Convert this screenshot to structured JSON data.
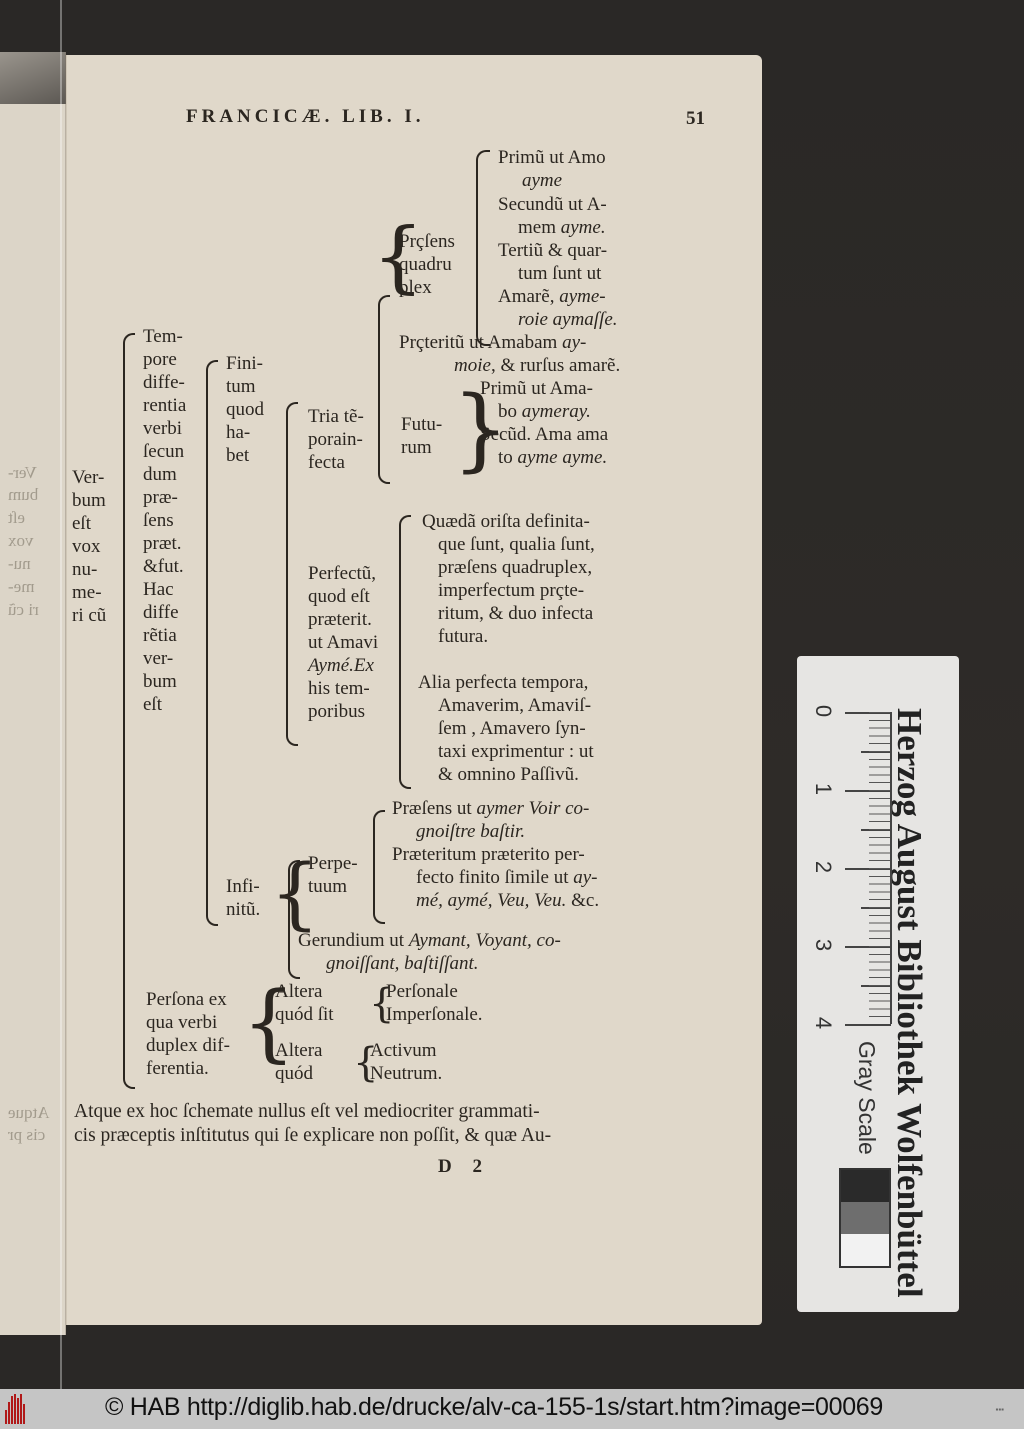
{
  "page": {
    "running_head": "FRANCICÆ. LIB. I.",
    "folio": "51",
    "signature": "D 2",
    "tree": {
      "root": [
        "Ver-",
        "bum",
        "eſt",
        "vox",
        "nu-",
        "me-",
        "ri cũ"
      ],
      "tempore": [
        "Tem-",
        "pore",
        "diffe-",
        "rentia",
        "verbi",
        "ſecun",
        "dum",
        "præ-",
        "ſens",
        "præt.",
        "&fut.",
        "Hac",
        "diffe",
        "rẽtia",
        "ver-",
        "bum",
        "eſt"
      ],
      "finitum": [
        "Fini-",
        "tum",
        "quod",
        "ha-",
        "bet"
      ],
      "tria_tempora": [
        "Tria tẽ-",
        "porain-",
        "fecta"
      ],
      "praesens_quadruplex": [
        "Prçſens",
        "quadru",
        "plex"
      ],
      "praesens_items": [
        {
          "text": "Primũ ut Amo",
          "italic": ""
        },
        {
          "text": "",
          "italic": "ayme"
        },
        {
          "text": "Secundũ ut A-",
          "italic": ""
        },
        {
          "text": "mem ",
          "italic": "ayme."
        },
        {
          "text": "Tertiũ & quar-",
          "italic": ""
        },
        {
          "text": "tum ſunt ut",
          "italic": ""
        },
        {
          "text": "Amarẽ, ",
          "italic": "ayme-"
        },
        {
          "text": "",
          "italic": "roie aymaſſe."
        }
      ],
      "preteritum": [
        {
          "text": "Prçteritũ ut Amabam ",
          "italic": "ay-"
        },
        {
          "text": "",
          "italic": "moie",
          "tail": ", & rurſus amarẽ."
        }
      ],
      "futurum_label": [
        "Futu-",
        "rum"
      ],
      "futurum_items": [
        {
          "text": "Primũ ut Ama-",
          "italic": ""
        },
        {
          "text": "bo ",
          "italic": "aymeray."
        },
        {
          "text": "Secũd. Ama ama",
          "italic": ""
        },
        {
          "text": "to ",
          "italic": "ayme ayme."
        }
      ],
      "perfectum": [
        "Perfectũ,",
        "quod eſt",
        "præterit.",
        "ut Amavi",
        "Aymé.Ex",
        "his tem-",
        "poribus"
      ],
      "perfectum_items": [
        "Quædã oriſta definita-",
        "que ſunt, qualia ſunt,",
        "præſens quadruplex,",
        "imperfectum prçte-",
        "ritum, & duo infecta",
        "futura.",
        "Alia perfecta tempora,",
        "Amaverim, Amaviſ-",
        "ſem , Amavero ſyn-",
        "taxi exprimentur : ut",
        "& omnino Paſſivũ."
      ],
      "infinitum": [
        "Infi-",
        "nitũ."
      ],
      "perpetuum": [
        "Perpe-",
        "tuum"
      ],
      "perpetuum_items": [
        {
          "text": "Præſens ut ",
          "italic": "aymer Voir co-"
        },
        {
          "text": "",
          "italic": "gnoiſtre baſtir."
        },
        {
          "text": "Præteritum præterito per-",
          "italic": ""
        },
        {
          "text": "fecto finito ſimile ut ",
          "italic": "ay-"
        },
        {
          "text": "",
          "italic": "mé, aymé, Veu, Veu.",
          "tail": " &c."
        }
      ],
      "gerundium": [
        {
          "text": "Gerundium ut ",
          "italic": "Aymant, Voyant, co-"
        },
        {
          "text": "",
          "italic": "gnoiſſant, baſtiſſant."
        }
      ],
      "persona": [
        "Perſona ex",
        "qua verbi",
        "duplex dif-",
        "ferentia."
      ],
      "altera1": [
        "Altera",
        "quód ſit"
      ],
      "altera1_items": [
        "Perſonale",
        "Imperſonale."
      ],
      "altera2": [
        "Altera",
        "quód"
      ],
      "altera2_items": [
        "Activum",
        "Neutrum."
      ]
    },
    "closing_text": [
      "Atque ex hoc ſchemate nullus eſt vel mediocriter grammati-",
      "cis præceptis inſtitutus qui ſe explicare non poſſit, & quæ Au-"
    ]
  },
  "prev_leaf_ghost": [
    "Ver-",
    "bum",
    "eſt",
    "vox",
    "nu-",
    "me-",
    "ri cũ",
    "Atque",
    "cis pr"
  ],
  "ruler": {
    "institution": "Herzog August Bibliothek Wolfenbüttel",
    "scale_label": "Gray Scale",
    "numbers": [
      "0",
      "1",
      "2",
      "3",
      "4"
    ],
    "swatches": [
      "#2a2a2a",
      "#6e6e6e",
      "#f2f2f2"
    ]
  },
  "footer": {
    "copyright": "© HAB http://diglib.hab.de/drucke/alv-ca-155-1s/start.htm?image=00069",
    "logo_color": "#b01818"
  }
}
